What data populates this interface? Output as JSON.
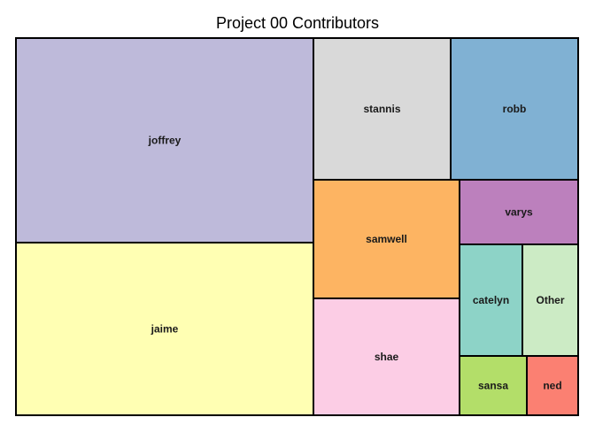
{
  "chart_data": {
    "type": "treemap",
    "title": "Project 00 Contributors",
    "items": [
      {
        "name": "joffrey",
        "color": "#bebada"
      },
      {
        "name": "jaime",
        "color": "#ffffb3"
      },
      {
        "name": "stannis",
        "color": "#d9d9d9"
      },
      {
        "name": "robb",
        "color": "#80b1d3"
      },
      {
        "name": "samwell",
        "color": "#fdb462"
      },
      {
        "name": "varys",
        "color": "#bc80bd"
      },
      {
        "name": "shae",
        "color": "#fccde5"
      },
      {
        "name": "catelyn",
        "color": "#8dd3c7"
      },
      {
        "name": "Other",
        "color": "#ccebc5"
      },
      {
        "name": "sansa",
        "color": "#b3de69"
      },
      {
        "name": "ned",
        "color": "#fb8072"
      }
    ]
  }
}
